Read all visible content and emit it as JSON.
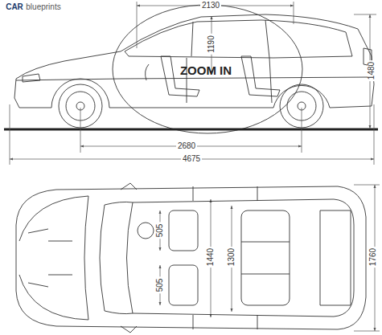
{
  "diagram": {
    "labels": [
      "CAR",
      "blueprints",
      "2130",
      "1190",
      "ZOOM IN",
      "1480",
      "2680",
      "4675",
      "505",
      "505",
      "1440",
      "1300",
      "1760"
    ]
  }
}
